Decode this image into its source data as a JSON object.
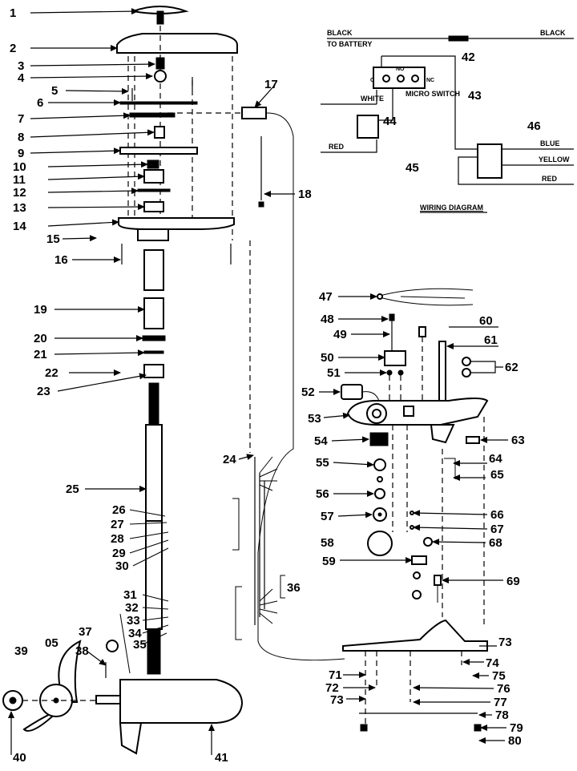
{
  "wiring": {
    "black_left": "BLACK",
    "to_battery": "TO BATTERY",
    "black_right": "BLACK",
    "white": "WHITE",
    "red_top": "RED",
    "micro_switch": "MICRO SWITCH",
    "c": "C",
    "no": "NO",
    "nc": "NC",
    "blue": "BLUE",
    "yellow": "YELLOW",
    "red_bottom": "RED",
    "title": "WIRING DIAGRAM"
  },
  "callouts": [
    {
      "id": "1",
      "label": "1"
    },
    {
      "id": "2",
      "label": "2"
    },
    {
      "id": "3",
      "label": "3"
    },
    {
      "id": "4",
      "label": "4"
    },
    {
      "id": "5",
      "label": "5"
    },
    {
      "id": "6",
      "label": "6"
    },
    {
      "id": "7",
      "label": "7"
    },
    {
      "id": "8",
      "label": "8"
    },
    {
      "id": "9",
      "label": "9"
    },
    {
      "id": "10",
      "label": "10"
    },
    {
      "id": "11",
      "label": "11"
    },
    {
      "id": "12",
      "label": "12"
    },
    {
      "id": "13",
      "label": "13"
    },
    {
      "id": "14",
      "label": "14"
    },
    {
      "id": "15",
      "label": "15"
    },
    {
      "id": "16",
      "label": "16"
    },
    {
      "id": "17",
      "label": "17"
    },
    {
      "id": "18",
      "label": "18"
    },
    {
      "id": "19",
      "label": "19"
    },
    {
      "id": "20",
      "label": "20"
    },
    {
      "id": "21",
      "label": "21"
    },
    {
      "id": "22",
      "label": "22"
    },
    {
      "id": "23",
      "label": "23"
    },
    {
      "id": "24",
      "label": "24"
    },
    {
      "id": "25",
      "label": "25"
    },
    {
      "id": "26",
      "label": "26"
    },
    {
      "id": "27",
      "label": "27"
    },
    {
      "id": "28",
      "label": "28"
    },
    {
      "id": "29",
      "label": "29"
    },
    {
      "id": "30",
      "label": "30"
    },
    {
      "id": "31",
      "label": "31"
    },
    {
      "id": "32",
      "label": "32"
    },
    {
      "id": "33",
      "label": "33"
    },
    {
      "id": "34",
      "label": "34"
    },
    {
      "id": "35",
      "label": "35"
    },
    {
      "id": "36",
      "label": "36"
    },
    {
      "id": "37",
      "label": "37"
    },
    {
      "id": "38",
      "label": "38"
    },
    {
      "id": "39",
      "label": "39"
    },
    {
      "id": "05",
      "label": "05"
    },
    {
      "id": "40",
      "label": "40"
    },
    {
      "id": "41",
      "label": "41"
    },
    {
      "id": "42",
      "label": "42"
    },
    {
      "id": "43",
      "label": "43"
    },
    {
      "id": "44",
      "label": "44"
    },
    {
      "id": "45",
      "label": "45"
    },
    {
      "id": "46",
      "label": "46"
    },
    {
      "id": "47",
      "label": "47"
    },
    {
      "id": "48",
      "label": "48"
    },
    {
      "id": "49",
      "label": "49"
    },
    {
      "id": "50",
      "label": "50"
    },
    {
      "id": "51",
      "label": "51"
    },
    {
      "id": "52",
      "label": "52"
    },
    {
      "id": "53",
      "label": "53"
    },
    {
      "id": "54",
      "label": "54"
    },
    {
      "id": "55",
      "label": "55"
    },
    {
      "id": "56",
      "label": "56"
    },
    {
      "id": "57",
      "label": "57"
    },
    {
      "id": "58",
      "label": "58"
    },
    {
      "id": "59",
      "label": "59"
    },
    {
      "id": "60",
      "label": "60"
    },
    {
      "id": "61",
      "label": "61"
    },
    {
      "id": "62",
      "label": "62"
    },
    {
      "id": "63",
      "label": "63"
    },
    {
      "id": "64",
      "label": "64"
    },
    {
      "id": "65",
      "label": "65"
    },
    {
      "id": "66",
      "label": "66"
    },
    {
      "id": "67",
      "label": "67"
    },
    {
      "id": "68",
      "label": "68"
    },
    {
      "id": "69",
      "label": "69"
    },
    {
      "id": "73a",
      "label": "73"
    },
    {
      "id": "74",
      "label": "74"
    },
    {
      "id": "71",
      "label": "71"
    },
    {
      "id": "75",
      "label": "75"
    },
    {
      "id": "72",
      "label": "72"
    },
    {
      "id": "76",
      "label": "76"
    },
    {
      "id": "73b",
      "label": "73"
    },
    {
      "id": "77",
      "label": "77"
    },
    {
      "id": "78",
      "label": "78"
    },
    {
      "id": "79",
      "label": "79"
    },
    {
      "id": "80",
      "label": "80"
    }
  ]
}
